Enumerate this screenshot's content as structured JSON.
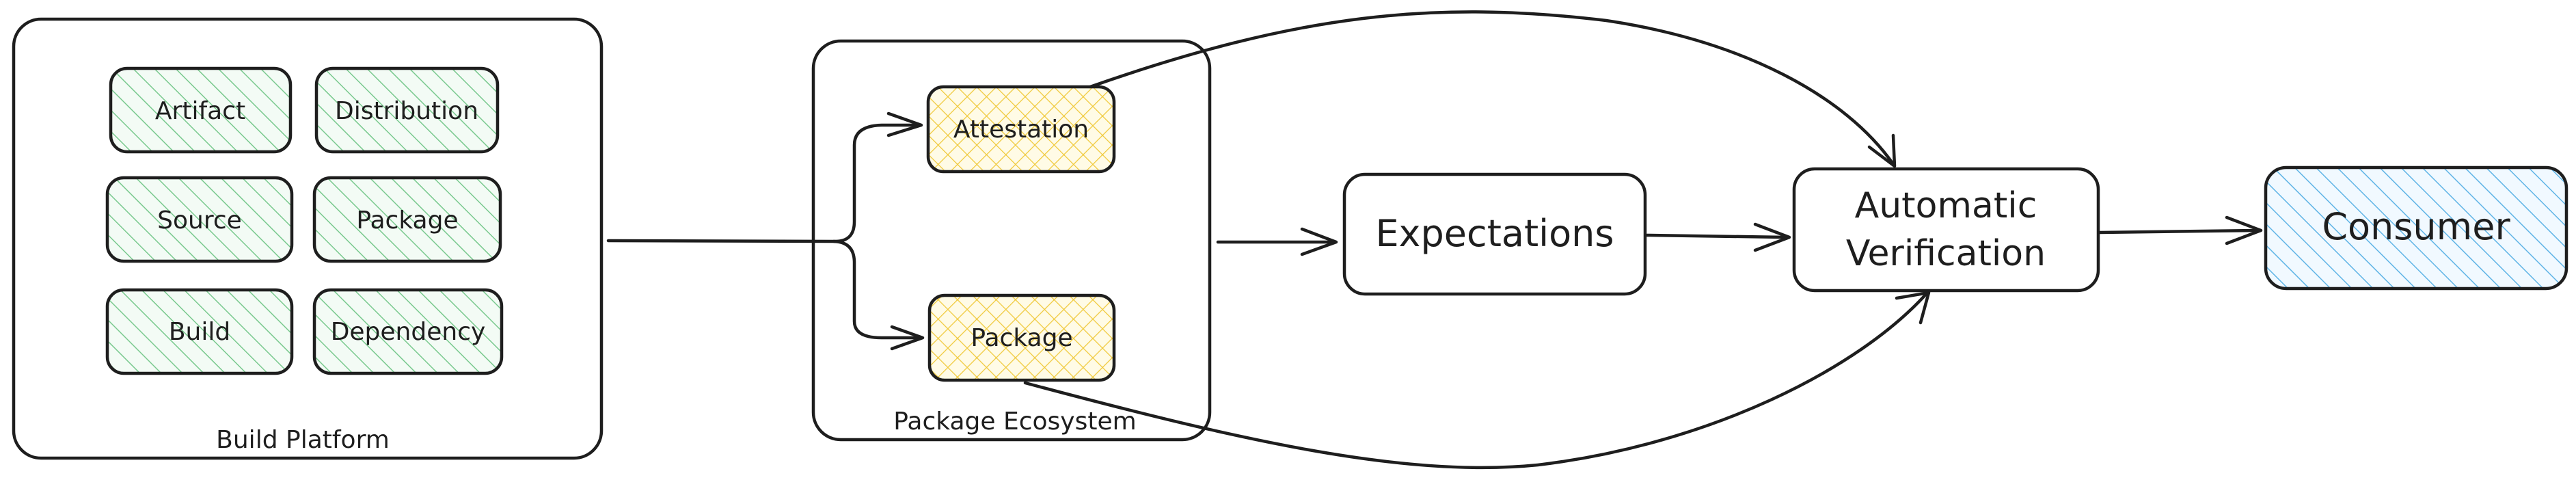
{
  "colors": {
    "stroke": "#1e1e1e",
    "green_hatch": "#79c98e",
    "green_fill": "#f3fbf5",
    "yellow_hatch": "#f0c93a",
    "yellow_fill": "#fffbe6",
    "blue_hatch": "#5fb4e6",
    "blue_fill": "#f1f9ff"
  },
  "build_platform": {
    "label": "Build Platform",
    "items": [
      "Artifact",
      "Distribution",
      "Source",
      "Package",
      "Build",
      "Dependency"
    ]
  },
  "package_ecosystem": {
    "label": "Package Ecosystem",
    "items": [
      "Attestation",
      "Package"
    ]
  },
  "nodes": {
    "expectations": "Expectations",
    "verification_line1": "Automatic",
    "verification_line2": "Verification",
    "consumer": "Consumer"
  }
}
